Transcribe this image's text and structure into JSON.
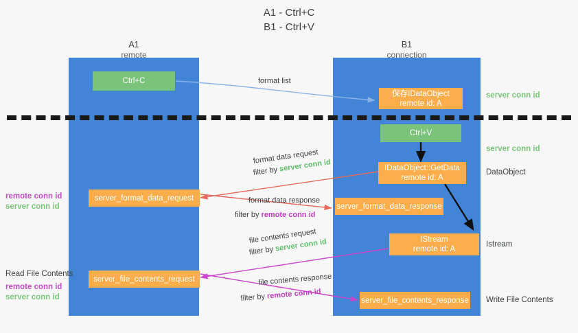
{
  "title": {
    "line1": "A1 - Ctrl+C",
    "line2": "B1 - Ctrl+V"
  },
  "columns": [
    {
      "name": "A1",
      "sub": "remote"
    },
    {
      "name": "B1",
      "sub": "connection"
    }
  ],
  "nodes": {
    "ctrl_c": "Ctrl+C",
    "save_idataobject": {
      "line1": "保存IDataObject",
      "line2": "remote id: A"
    },
    "ctrl_v": "Ctrl+V",
    "getdata": {
      "line1": "IDataObject::GetData",
      "line2": "remote id: A"
    },
    "istream": {
      "line1": "IStream",
      "line2": "remote id: A"
    },
    "server_format_data_request": "server_format_data_request",
    "server_format_data_response": "server_format_data_response",
    "server_file_contents_request": "server_file_contents_request",
    "server_file_contents_response": "server_file_contents_response"
  },
  "edges": {
    "format_list": "format list",
    "format_data_request": "format data request",
    "format_data_request_filter_prefix": "filter by ",
    "format_data_request_filter_key": "server conn id",
    "format_data_response": "format data response",
    "format_data_response_filter_prefix": "filter by ",
    "format_data_response_filter_key": "remote conn id",
    "file_contents_request": "file contents request",
    "file_contents_request_filter_prefix": "filter by ",
    "file_contents_request_filter_key": "server conn id",
    "file_contents_response": "file contents response",
    "file_contents_response_filter_prefix": "filter by ",
    "file_contents_response_filter_key": "remote conn id"
  },
  "annotations": {
    "right_server_conn_id_top": "server conn id",
    "right_server_conn_id_mid": "server conn id",
    "right_dataobject": "DataObject",
    "right_istream": "Istream",
    "right_write_file_contents": "Write File Contents",
    "left_read_file_contents": "Read File Contents",
    "left_remote_conn_id_1": "remote conn id",
    "left_server_conn_id_1": "server conn id",
    "left_remote_conn_id_2": "remote conn id",
    "left_server_conn_id_2": "server conn id"
  },
  "colors": {
    "lane": "#4285d6",
    "green_node": "#7bc27b",
    "orange_node": "#fbad4b",
    "server_conn_id": "#5fbf6b",
    "remote_conn_id": "#c23ec2",
    "arrow_blue": "#8ab4e8",
    "arrow_red": "#e8685c",
    "arrow_magenta": "#cc44cc",
    "arrow_black": "#111111",
    "background": "#f7f7f7"
  }
}
